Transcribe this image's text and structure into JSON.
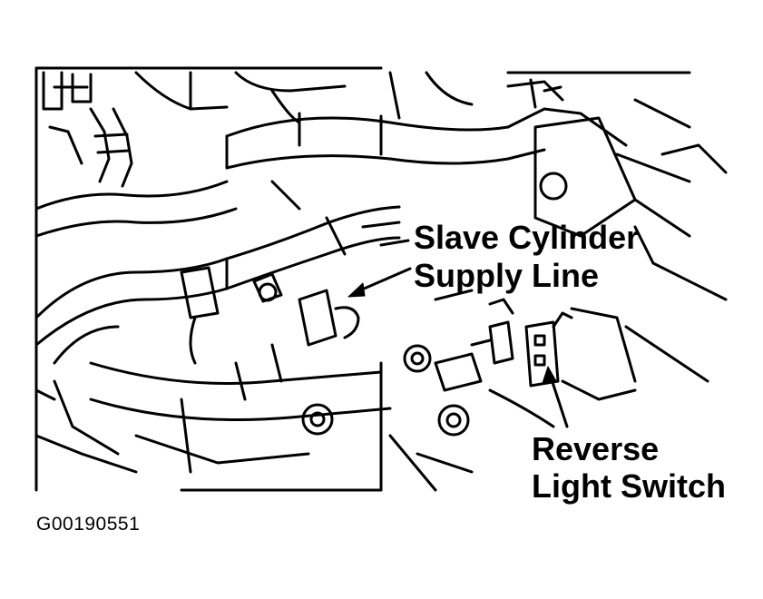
{
  "labels": {
    "slave_cylinder_line1": "Slave Cylinder",
    "slave_cylinder_line2": "Supply Line",
    "reverse_switch_line1": "Reverse",
    "reverse_switch_line2": "Light Switch"
  },
  "figure_id": "G00190551",
  "colors": {
    "ink": "#000000",
    "paper": "#ffffff"
  }
}
